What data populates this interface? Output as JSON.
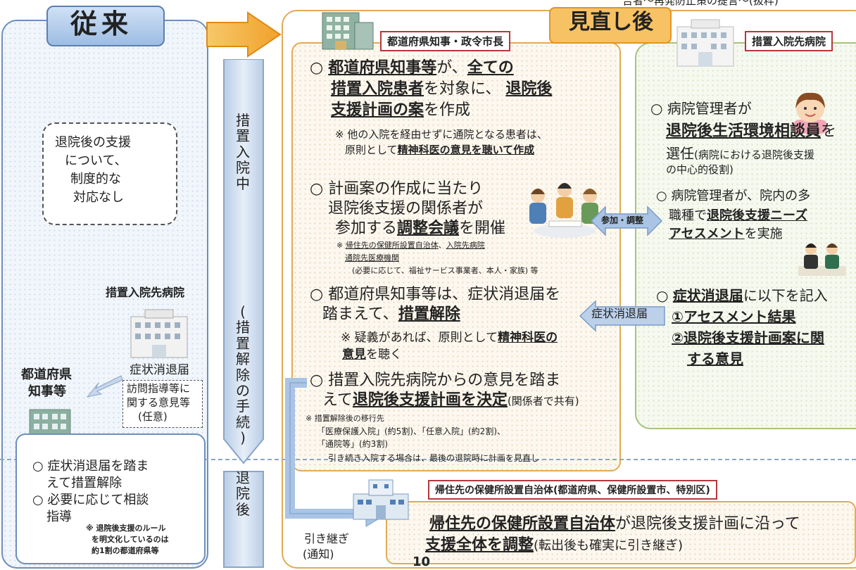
{
  "header_fragment": "告者〜再発防止策の提言〜(抜粋)",
  "page_number": "10",
  "left": {
    "title": "従来",
    "no_support": [
      "退院後の支援",
      "について、",
      "制度的な",
      "対応なし"
    ],
    "hospital_label": "措置入院先病院",
    "governor_label": [
      "都道府県",
      "知事等"
    ],
    "report_note": [
      "症状消退届",
      "訪問指導等に",
      "関する意見等",
      "(任意)"
    ],
    "bottom_items": [
      [
        "○ 症状消退届を踏ま",
        "えて措置解除"
      ],
      [
        "○ 必要に応じて相談",
        "指導"
      ]
    ],
    "bottom_note": [
      "※ 退院後支援のルール",
      "を明文化しているのは",
      "約1割の都道府県等"
    ]
  },
  "middle": {
    "during": [
      "措",
      "置",
      "入",
      "院",
      "中"
    ],
    "procedure": [
      "(",
      "措",
      "置",
      "解",
      "除",
      "の",
      "手",
      "続",
      ")"
    ],
    "after": [
      "退",
      "院",
      "後"
    ]
  },
  "revised": {
    "title": "見直し後",
    "governor_label": "都道府県知事・政令市長",
    "item1": {
      "l1_a": "○ ",
      "l1_b": "都道府県知事等",
      "l1_c": "が、",
      "l1_d": "全ての",
      "l2_a": "措置入院患者",
      "l2_b": "を対象に、",
      "l2_c": "退院後",
      "l3_a": "支援計画の案",
      "l3_b": "を作成",
      "note1": "※ 他の入院を経由せずに通院となる患者は、",
      "note2_a": "原則として",
      "note2_b": "精神科医の意見を聴いて作成"
    },
    "item2": {
      "l1": "○ 計画案の作成に当たり",
      "l2": "退院後支援の関係者が",
      "l3_a": "参加する",
      "l3_b": "調整会議",
      "l3_c": "を開催",
      "n1_a": "※ ",
      "n1_b": "帰住先の保健所設置自治体",
      "n1_c": "、",
      "n1_d": "入院先病院",
      "n2": "通院先医療機関",
      "n3": "(必要に応じて、福祉サービス事業者、本人・家族) 等"
    },
    "item3": {
      "l1": "○ 都道府県知事等は、症状消退届を",
      "l2_a": "踏まえて、",
      "l2_b": "措置解除",
      "n1_a": "※ 疑義があれば、原則として",
      "n1_b": "精神科医の",
      "n2_a": "意見",
      "n2_b": "を聴く"
    },
    "item4": {
      "l1": "○ 措置入院先病院からの意見を踏ま",
      "l2_a": "えて",
      "l2_b": "退院後支援計画を決定",
      "l2_c": "(関係者で共有)",
      "n1": "※ 措置解除後の移行先",
      "n2": "「医療保護入院」(約5割)、「任意入院」(約2割)、",
      "n3": "「通院等」(約3割)",
      "n4": "引き続き入院する場合は、最後の退院時に計画を見直し"
    }
  },
  "hospital": {
    "label": "措置入院先病院",
    "item1": {
      "l1": "○ 病院管理者が",
      "l2": "退院後生活環境相談員",
      "l2b": "を",
      "l3": "選任",
      "l3b": "(病院における退院後支援",
      "l4": "の中心的役割)"
    },
    "item2": {
      "l1": "○ 病院管理者が、院内の多",
      "l2_a": "職種で",
      "l2_b": "退院後支援ニーズ",
      "l3_a": "アセスメント",
      "l3_b": "を実施"
    },
    "item3": {
      "l1_a": "○ ",
      "l1_b": "症状消退届",
      "l1_c": "に以下を記入",
      "l2": "①アセスメント結果",
      "l3": "②退院後支援計画案に関",
      "l4": "する意見"
    }
  },
  "arrows": {
    "participate": "参加・調整",
    "report": "症状消退届",
    "handover": [
      "引き継ぎ",
      "(通知)"
    ]
  },
  "bottom": {
    "label": "帰住先の保健所設置自治体(都道府県、保健所設置市、特別区)",
    "l1_a": "帰住先の保健所設置自治体",
    "l1_b": "が退院後支援計画に沿って",
    "l2_a": "支援全体を調整",
    "l2_b": "(転出後も確実に引き継ぎ)"
  }
}
